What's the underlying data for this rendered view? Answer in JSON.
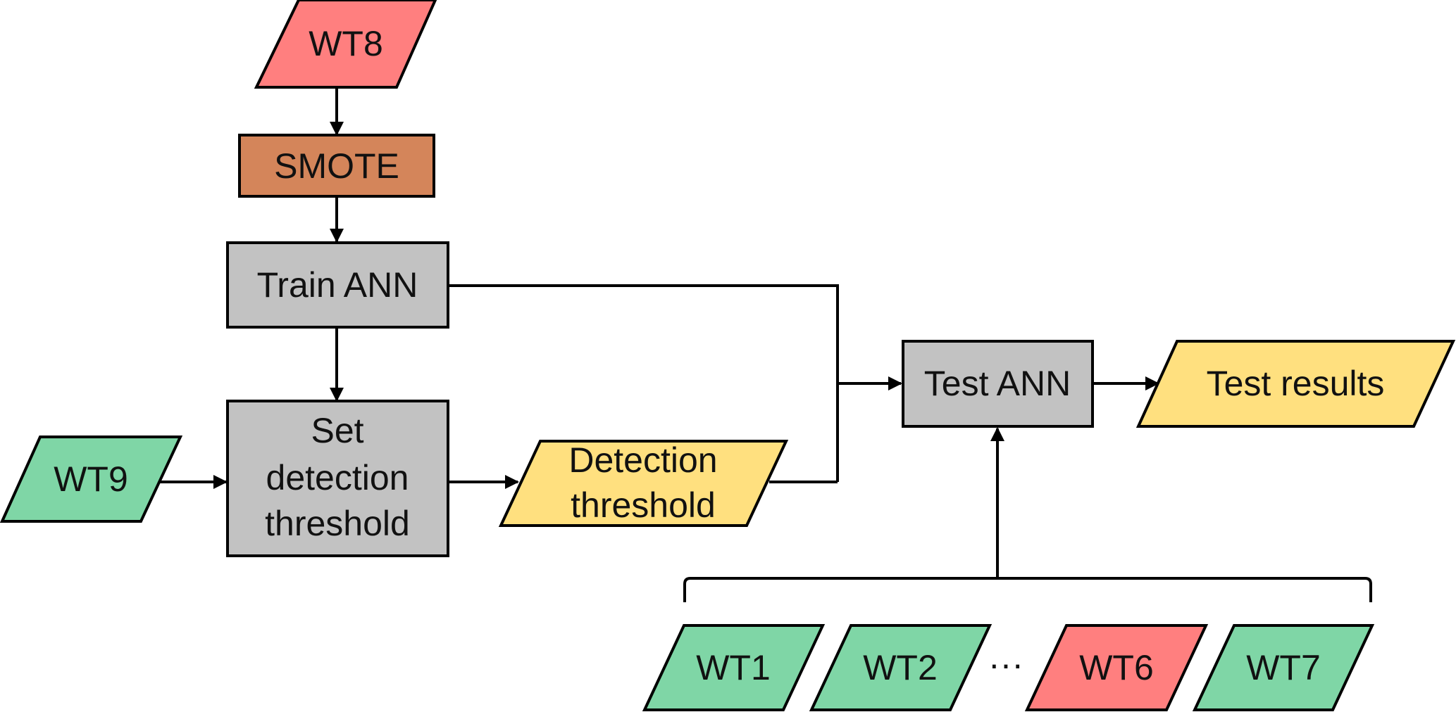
{
  "colors": {
    "red": "#FF7F7F",
    "orange": "#D4855A",
    "gray": "#C2C2C2",
    "green": "#7FD6A6",
    "yellow": "#FFE07F",
    "line": "#000000"
  },
  "nodes": {
    "wt8": "WT8",
    "smote": "SMOTE",
    "train_ann": "Train ANN",
    "set_threshold": [
      "Set",
      "detection",
      "threshold"
    ],
    "wt9": "WT9",
    "detection_threshold": [
      "Detection",
      "threshold"
    ],
    "test_ann": "Test ANN",
    "test_results": "Test results",
    "wt1": "WT1",
    "wt2": "WT2",
    "ellipsis": "···",
    "wt6": "WT6",
    "wt7": "WT7"
  }
}
